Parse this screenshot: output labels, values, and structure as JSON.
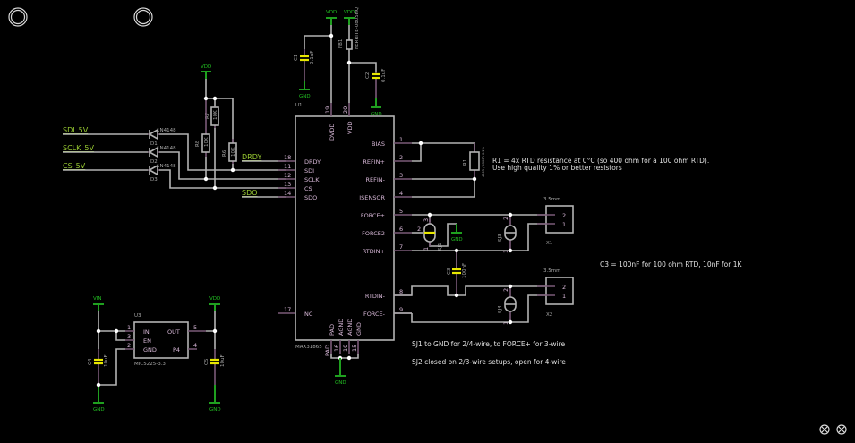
{
  "schematic": {
    "title": "MAX31865 RTD amplifier schematic",
    "supplies": {
      "vdd": "VDD",
      "gnd": "GND",
      "vin": "VIN"
    },
    "colors": {
      "background": "#000000",
      "wire": "#b3b3b3",
      "pin": "#7a5a78",
      "supply": "#1fa01f",
      "net_label": "#9acd32",
      "capacitor": "#e8e800"
    },
    "u1": {
      "ref": "U1",
      "part": "MAX31865",
      "top_pins": [
        {
          "num": "19",
          "name": "DVDD"
        },
        {
          "num": "20",
          "name": "VDD"
        }
      ],
      "left_pins": [
        {
          "num": "18",
          "name": "DRDY"
        },
        {
          "num": "11",
          "name": "SDI"
        },
        {
          "num": "12",
          "name": "SCLK"
        },
        {
          "num": "13",
          "name": "CS"
        },
        {
          "num": "14",
          "name": "SDO"
        },
        {
          "num": "17",
          "name": "NC"
        }
      ],
      "right_pins": [
        {
          "num": "1",
          "name": "BIAS"
        },
        {
          "num": "2",
          "name": "REFIN+"
        },
        {
          "num": "3",
          "name": "REFIN-"
        },
        {
          "num": "4",
          "name": "ISENSOR"
        },
        {
          "num": "5",
          "name": "FORCE+"
        },
        {
          "num": "6",
          "name": "FORCE2"
        },
        {
          "num": "7",
          "name": "RTDIN+"
        },
        {
          "num": "8",
          "name": "RTDIN-"
        },
        {
          "num": "9",
          "name": "FORCE-"
        }
      ],
      "bottom_pins": [
        {
          "num": "PAD",
          "name": "PAD"
        },
        {
          "num": "16",
          "name": "AGND"
        },
        {
          "num": "10",
          "name": "AGND"
        },
        {
          "num": "15",
          "name": "GND"
        }
      ]
    },
    "u3": {
      "ref": "U3",
      "part": "MIC5225-3.3",
      "left_pins": [
        {
          "num": "1",
          "name": "IN"
        },
        {
          "num": "3",
          "name": "EN"
        },
        {
          "num": "2",
          "name": "GND"
        }
      ],
      "right_pins": [
        {
          "num": "5",
          "name": "OUT"
        },
        {
          "num": "4",
          "name": "P4"
        }
      ]
    },
    "net_labels": {
      "sdi": "SDI_5V",
      "sclk": "SCLK_5V",
      "cs": "CS_5V",
      "drdy": "DRDY",
      "sdo": "SDO"
    },
    "diodes": [
      {
        "ref": "D1",
        "value": "1N4148"
      },
      {
        "ref": "D2",
        "value": "1N4148"
      },
      {
        "ref": "D3",
        "value": "1N4148"
      }
    ],
    "resistors": [
      {
        "ref": "R7",
        "value": "10K"
      },
      {
        "ref": "R8",
        "value": "10K"
      },
      {
        "ref": "R6",
        "value": "10K"
      },
      {
        "ref": "R1",
        "value": "430R / 4300R 0.1%"
      }
    ],
    "capacitors": [
      {
        "ref": "C1",
        "value": "0.1uF"
      },
      {
        "ref": "C2",
        "value": "0.1uF"
      },
      {
        "ref": "C3",
        "value": "100nF"
      },
      {
        "ref": "C4",
        "value": "10uF"
      },
      {
        "ref": "C5",
        "value": "10uF"
      }
    ],
    "ferrite": {
      "ref": "FB1",
      "value": "FERRITE-0805HQ"
    },
    "jumpers": [
      {
        "ref": "SJ1",
        "pins": [
          "1",
          "2",
          "3"
        ]
      },
      {
        "ref": "SJ3",
        "pins": [
          "1",
          "2"
        ]
      },
      {
        "ref": "SJ4",
        "pins": [
          "1",
          "2"
        ]
      }
    ],
    "connectors": [
      {
        "ref": "X1",
        "value": "3.5mm",
        "pins": [
          "2",
          "1"
        ]
      },
      {
        "ref": "X2",
        "value": "3.5mm",
        "pins": [
          "2",
          "1"
        ]
      }
    ],
    "notes": {
      "r1": [
        "R1 = 4x RTD resistance at 0°C (so 400 ohm for a 100 ohm RTD).",
        "Use high quality 1% or better resistors"
      ],
      "c3": "C3 = 100nF for 100 ohm RTD, 10nF for 1K",
      "sj1": "SJ1 to GND for 2/4-wire, to FORCE+ for 3-wire",
      "sj2": "SJ2 closed on 2/3-wire setups, open for 4-wire"
    },
    "mounting_holes": 2,
    "fiducials": 2
  }
}
